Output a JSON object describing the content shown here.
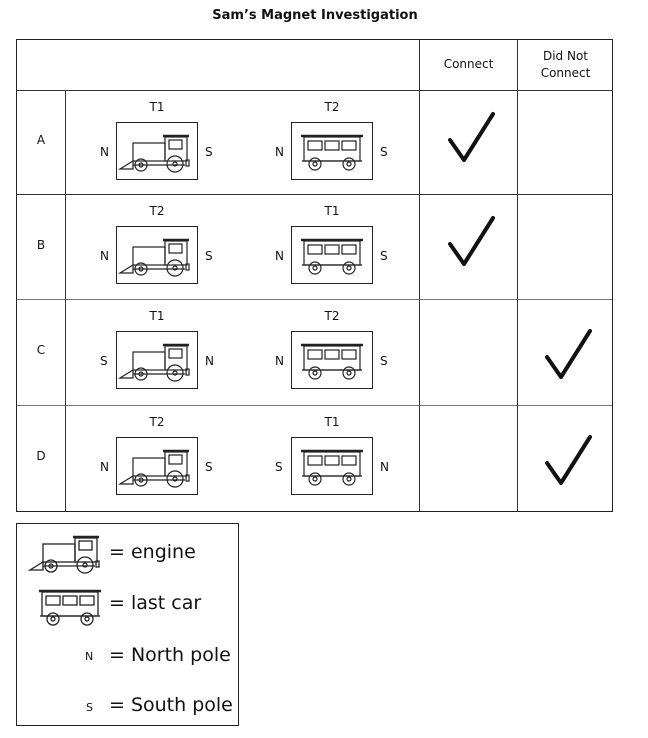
{
  "title": "Sam’s Magnet Investigation",
  "columns": {
    "connect": "Connect",
    "did_not_connect_line1": "Did Not",
    "did_not_connect_line2": "Connect"
  },
  "rows": [
    {
      "label": "A",
      "left": {
        "tag": "T1",
        "icon": "engine-icon",
        "left_pole": "N",
        "right_pole": "S",
        "facing": "left"
      },
      "right": {
        "tag": "T2",
        "icon": "last-car-icon",
        "left_pole": "N",
        "right_pole": "S"
      },
      "result": "connect"
    },
    {
      "label": "B",
      "left": {
        "tag": "T2",
        "icon": "engine-icon",
        "left_pole": "N",
        "right_pole": "S",
        "facing": "left"
      },
      "right": {
        "tag": "T1",
        "icon": "last-car-icon",
        "left_pole": "N",
        "right_pole": "S"
      },
      "result": "connect"
    },
    {
      "label": "C",
      "left": {
        "tag": "T1",
        "icon": "engine-icon",
        "left_pole": "S",
        "right_pole": "N",
        "facing": "right"
      },
      "right": {
        "tag": "T2",
        "icon": "last-car-icon",
        "left_pole": "N",
        "right_pole": "S"
      },
      "result": "did_not_connect"
    },
    {
      "label": "D",
      "left": {
        "tag": "T2",
        "icon": "engine-icon",
        "left_pole": "N",
        "right_pole": "S",
        "facing": "left"
      },
      "right": {
        "tag": "T1",
        "icon": "last-car-icon",
        "left_pole": "S",
        "right_pole": "N"
      },
      "result": "did_not_connect"
    }
  ],
  "legend": {
    "engine": "= engine",
    "last_car": "= last car",
    "north_symbol": "N",
    "north": "= North pole",
    "south_symbol": "S",
    "south": "= South pole"
  }
}
